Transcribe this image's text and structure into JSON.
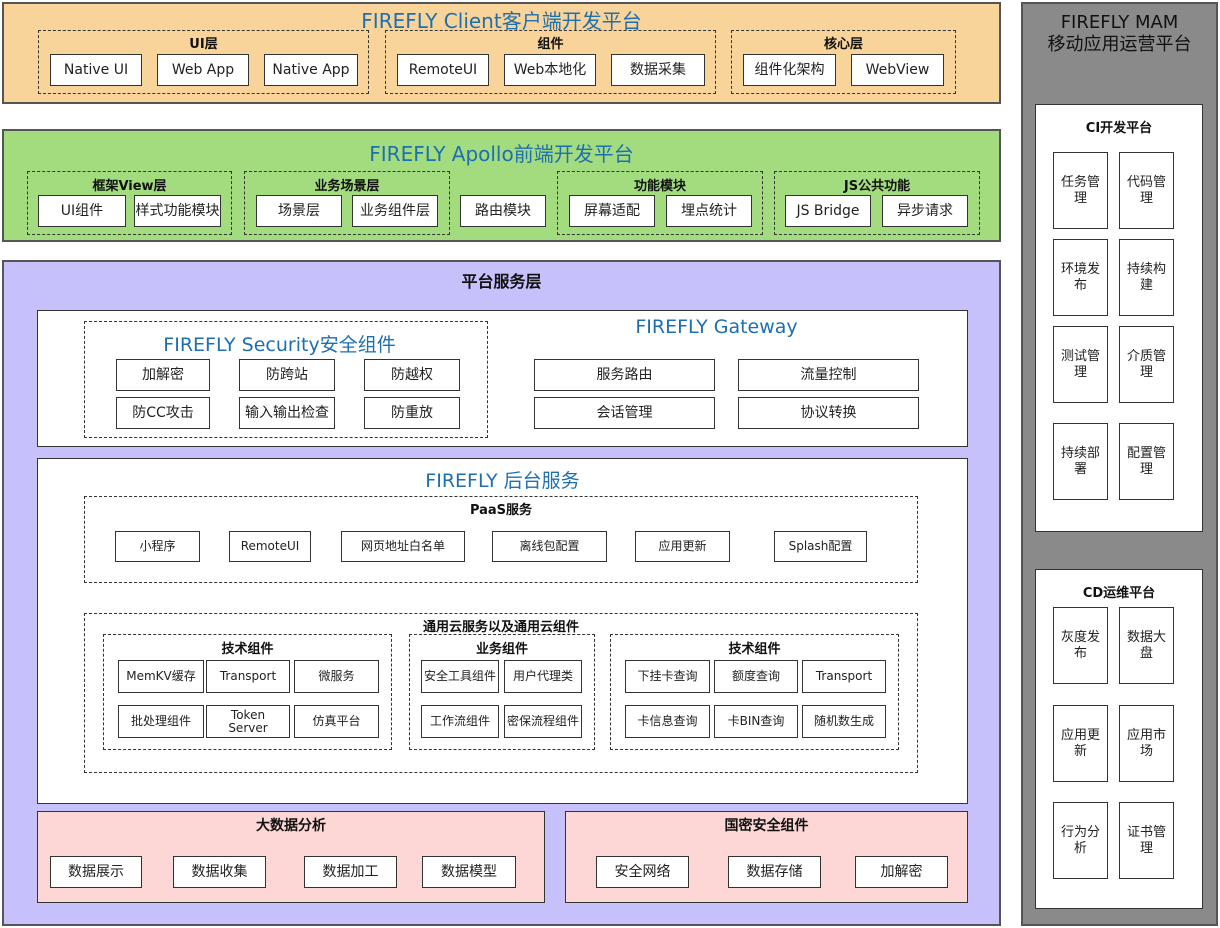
{
  "client": {
    "title": "FIREFLY Client客户端开发平台",
    "groups": [
      {
        "label": "UI层",
        "items": [
          "Native UI",
          "Web App",
          "Native App"
        ]
      },
      {
        "label": "组件",
        "items": [
          "RemoteUI",
          "Web本地化",
          "数据采集"
        ]
      },
      {
        "label": "核心层",
        "items": [
          "组件化架构",
          "WebView"
        ]
      }
    ]
  },
  "apollo": {
    "title": "FIREFLY Apollo前端开发平台",
    "groups": [
      {
        "label": "框架View层",
        "items": [
          "UI组件",
          "样式功能模块"
        ]
      },
      {
        "label": "业务场景层",
        "items": [
          "场景层",
          "业务组件层"
        ]
      },
      {
        "label": "功能模块",
        "items": [
          "屏幕适配",
          "埋点统计"
        ]
      },
      {
        "label": "JS公共功能",
        "items": [
          "JS Bridge",
          "异步请求"
        ]
      }
    ],
    "standalone": "路由模块"
  },
  "platform": {
    "title": "平台服务层",
    "security": {
      "title": "FIREFLY Security安全组件",
      "items": [
        "加解密",
        "防跨站",
        "防越权",
        "防CC攻击",
        "输入输出检查",
        "防重放"
      ]
    },
    "gateway": {
      "title": "FIREFLY Gateway",
      "items": [
        "服务路由",
        "流量控制",
        "会话管理",
        "协议转换"
      ]
    },
    "backend": {
      "title": "FIREFLY 后台服务",
      "paas": {
        "label": "PaaS服务",
        "items": [
          "小程序",
          "RemoteUI",
          "网页地址白名单",
          "离线包配置",
          "应用更新",
          "Splash配置"
        ]
      },
      "cloud": {
        "label": "通用云服务以及通用云组件",
        "groups": [
          {
            "label": "技术组件",
            "items": [
              "MemKV缓存",
              "Transport",
              "微服务",
              "批处理组件",
              "Token Server",
              "仿真平台"
            ]
          },
          {
            "label": "业务组件",
            "items": [
              "安全工具组件",
              "用户代理类",
              "工作流组件",
              "密保流程组件"
            ]
          },
          {
            "label": "技术组件",
            "items": [
              "下挂卡查询",
              "额度查询",
              "Transport",
              "卡信息查询",
              "卡BIN查询",
              "随机数生成"
            ]
          }
        ]
      }
    },
    "bigdata": {
      "title": "大数据分析",
      "items": [
        "数据展示",
        "数据收集",
        "数据加工",
        "数据模型"
      ]
    },
    "guomi": {
      "title": "国密安全组件",
      "items": [
        "安全网络",
        "数据存储",
        "加解密"
      ]
    }
  },
  "mam": {
    "title_line1": "FIREFLY MAM",
    "title_line2": "移动应用运营平台",
    "ci": {
      "title": "CI开发平台",
      "items": [
        "任务管理",
        "代码管理",
        "环境发布",
        "持续构建",
        "测试管理",
        "介质管理",
        "持续部署",
        "配置管理"
      ]
    },
    "cd": {
      "title": "CD运维平台",
      "items": [
        "灰度发布",
        "数据大盘",
        "应用更新",
        "应用市场",
        "行为分析",
        "证书管理"
      ]
    }
  },
  "colors": {
    "client_bg": "#f9d49a",
    "apollo_bg": "#a3dc7f",
    "platform_bg": "#c6c1fb",
    "pink_bg": "#fcd7d5",
    "mam_bg": "#8a8a8a",
    "title_blue": "#1e6fb0"
  }
}
